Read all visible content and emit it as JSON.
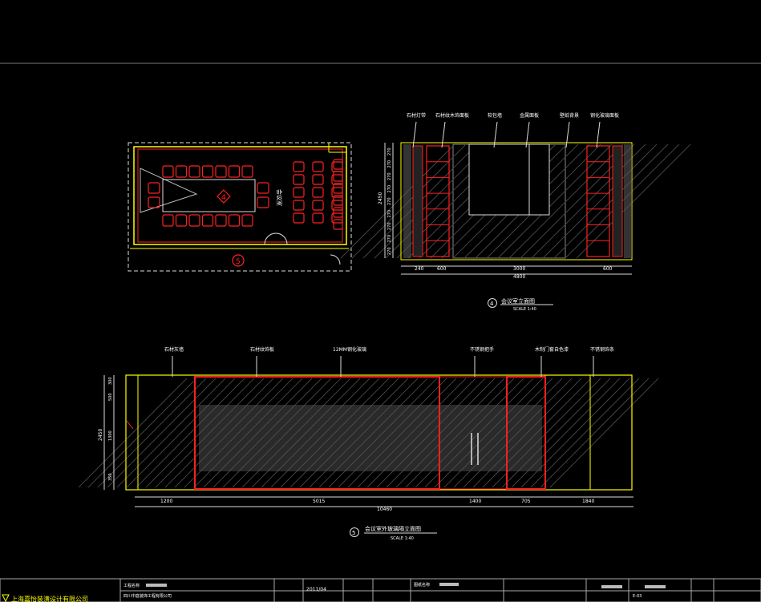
{
  "plan": {
    "room_label": "会议室",
    "elev_marker": "4",
    "section_marker": "5"
  },
  "elev4": {
    "callouts": [
      "石材灯带",
      "石材纹木饰面板",
      "软包墙",
      "金属面板",
      "壁纸背景",
      "钢化玻璃面板"
    ],
    "dims_bottom": [
      "240",
      "600",
      "3000",
      "600"
    ],
    "total": "4800",
    "height_dim": "2450",
    "vert_dims": [
      "270",
      "270",
      "270",
      "270",
      "270",
      "270",
      "270",
      "270",
      "270"
    ],
    "number": "4",
    "title": "会议室立面图",
    "scale": "SCALE 1:40"
  },
  "elev5": {
    "callouts": [
      "石材灰墙",
      "石材纹饰板",
      "12MM钢化玻璃",
      "不锈钢把手",
      "木制门套自色漆",
      "不锈钢饰条"
    ],
    "dims_bottom": [
      "1200",
      "5015",
      "1400",
      "705",
      "1840"
    ],
    "total": "10460",
    "height_dim": "2450",
    "vert_dims": [
      "300",
      "500",
      "1300",
      "350"
    ],
    "number": "5",
    "title": "会议室外玻璃隔立面图",
    "scale": "SCALE 1:40"
  },
  "titleblock": {
    "company": "上海嘉怡装潢设计有限公司",
    "project_label": "工程名称",
    "client": "四川中庭装饰工程有限公司",
    "date": "2011/04",
    "drawing_label": "图纸名称",
    "sheet_no": "E-03"
  },
  "colors": {
    "outline": "#ffff00",
    "accent": "#ff2020",
    "text": "#ffffff",
    "background": "#000000"
  }
}
